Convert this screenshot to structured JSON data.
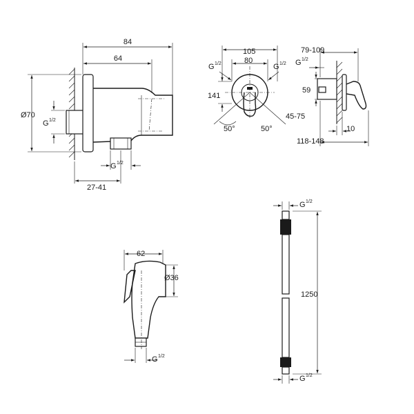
{
  "bracket_side": {
    "width_total": "84",
    "width_outlet": "64",
    "diameter": "Ø70",
    "thread_inlet": "G",
    "thread_inlet_frac": "1/2",
    "thread_outlet": "G",
    "thread_outlet_frac": "1/2",
    "projection": "27-41"
  },
  "valve_front": {
    "width_outer": "105",
    "width_inner": "80",
    "thread_left": "G",
    "thread_left_frac": "1/2",
    "thread_right": "G",
    "thread_right_frac": "1/2",
    "height": "141",
    "angle_left": "50°",
    "angle_right": "50°",
    "range": "45-75"
  },
  "valve_side": {
    "depth_range": "79-109",
    "thread": "G",
    "thread_frac": "1/2",
    "offset": "59",
    "wall": "10",
    "total_range": "118-148"
  },
  "hand_shower": {
    "length": "62",
    "diameter": "Ø36",
    "thread": "G",
    "thread_frac": "1/2"
  },
  "hose": {
    "thread_top": "G",
    "thread_top_frac": "1/2",
    "length": "1250",
    "thread_bottom": "G",
    "thread_bottom_frac": "1/2"
  }
}
